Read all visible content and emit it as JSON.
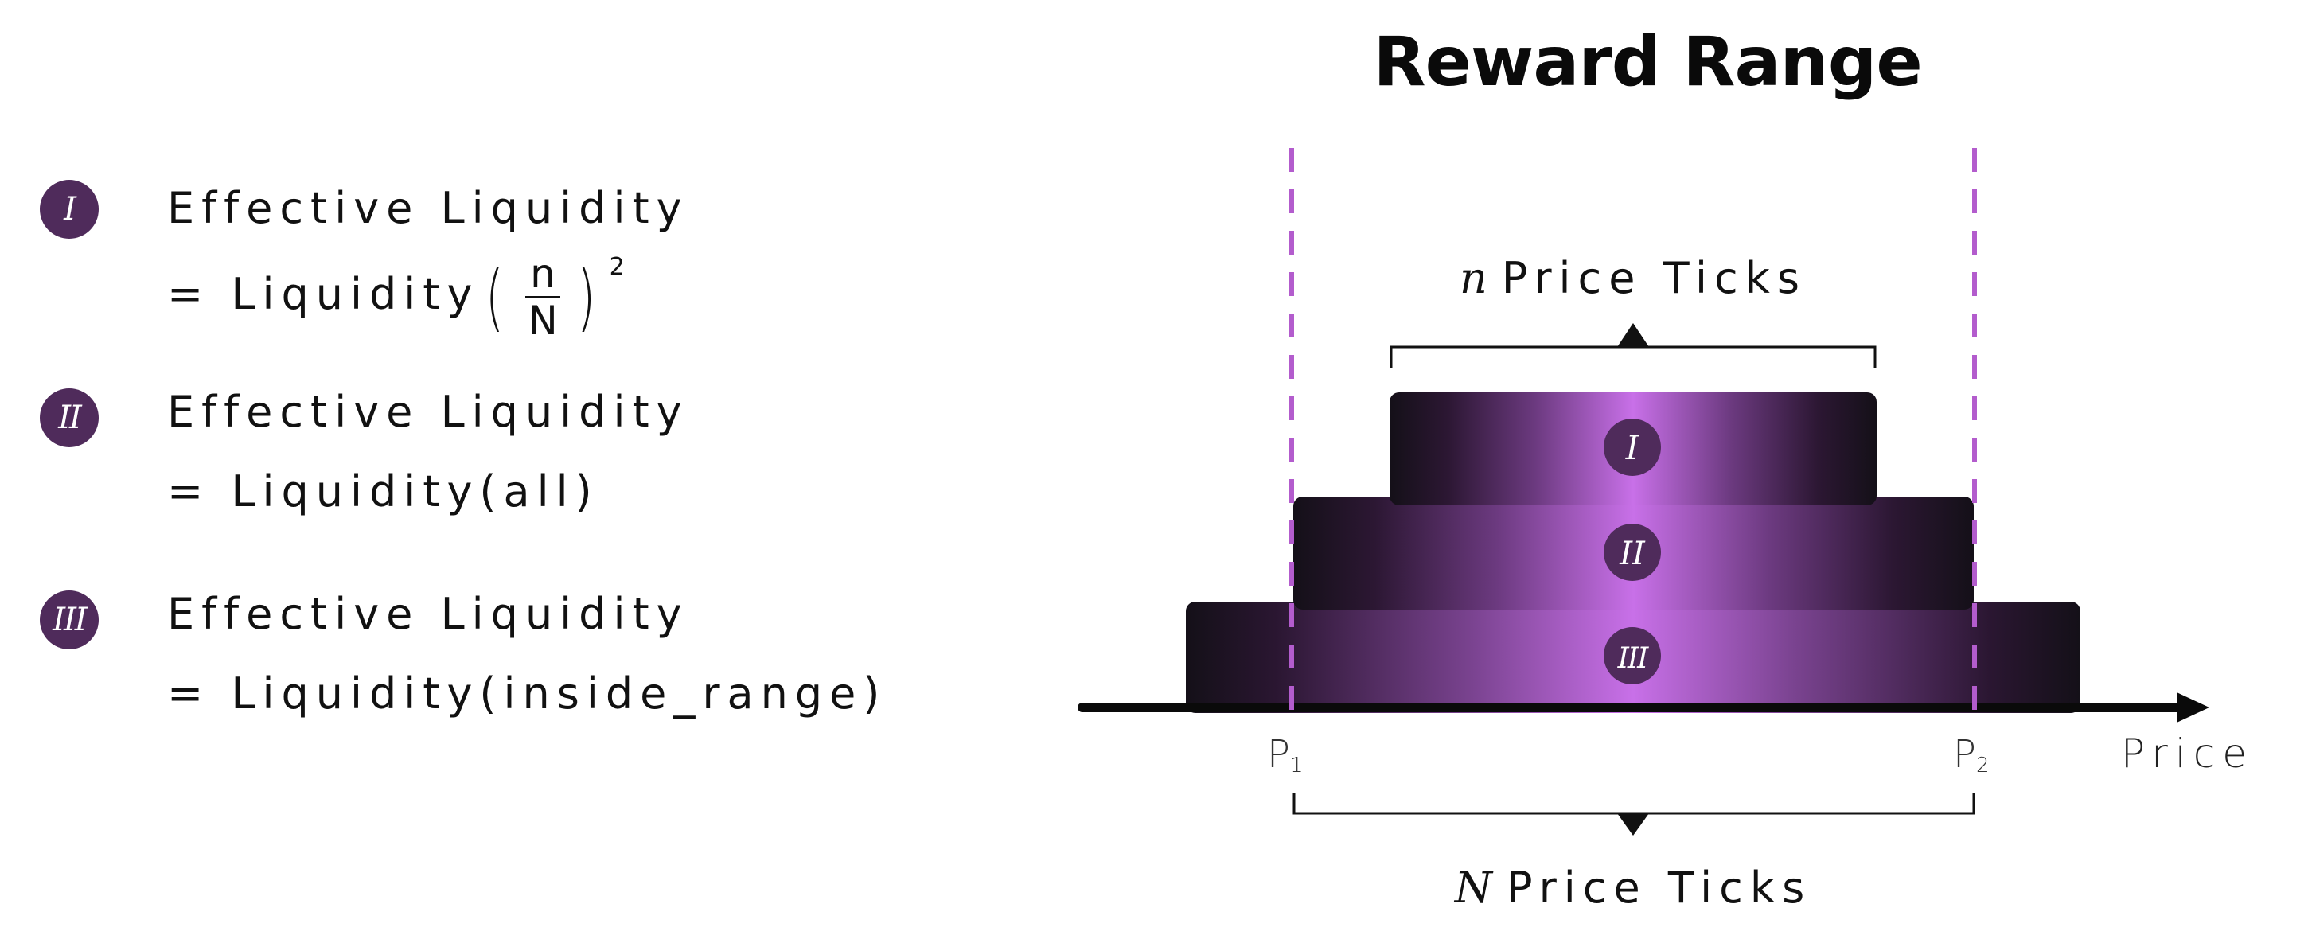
{
  "title": "Reward Range",
  "legend": [
    {
      "badge": "I",
      "line1": "Effective Liquidity",
      "line2_prefix": "= Liquidity",
      "frac_num": "n",
      "frac_den": "N",
      "exponent": "2"
    },
    {
      "badge": "II",
      "line1": "Effective Liquidity",
      "line2": "= Liquidity(all)"
    },
    {
      "badge": "III",
      "line1": "Effective Liquidity",
      "line2": "= Liquidity(inside_range)"
    }
  ],
  "diagram": {
    "top_label_var": "n",
    "top_label_text": "Price Ticks",
    "bottom_label_var": "N",
    "bottom_label_text": "Price Ticks",
    "p1_label": "P",
    "p1_sub": "1",
    "p2_label": "P",
    "p2_sub": "2",
    "axis_label": "Price",
    "layer_badges": [
      "I",
      "II",
      "III"
    ]
  },
  "colors": {
    "badge": "#4f2b5b",
    "dash": "#b35ccd",
    "glow": "#c870e8",
    "dark": "#141018"
  }
}
